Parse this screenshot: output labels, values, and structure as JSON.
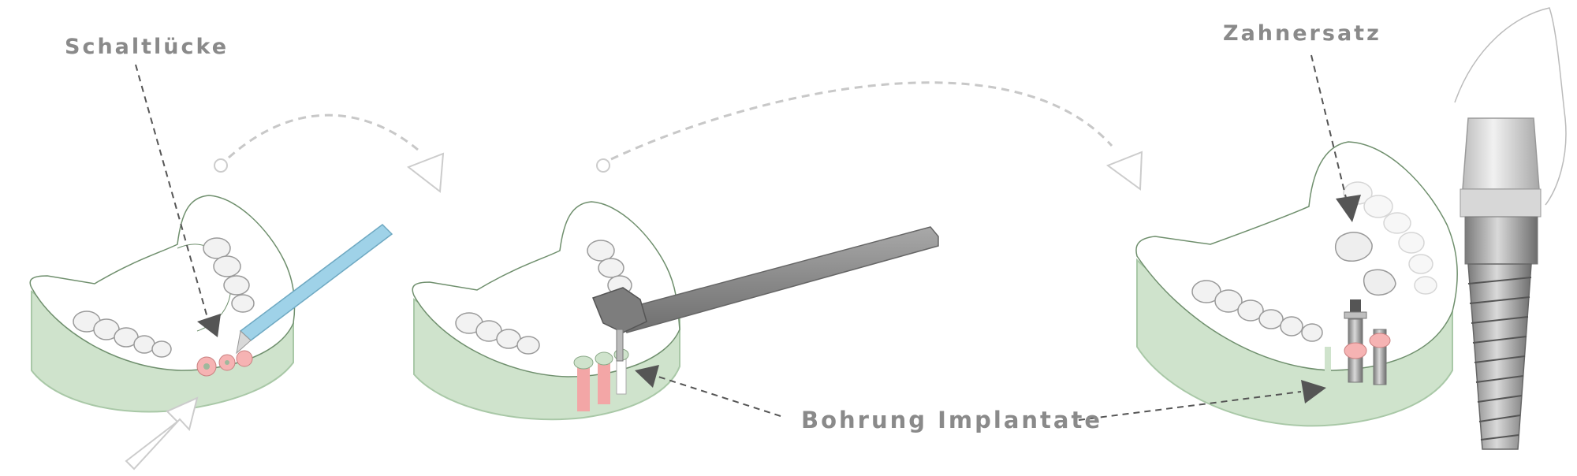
{
  "labels": {
    "gap": "Schaltlücke",
    "denture": "Zahnersatz",
    "drilling": "Bohrung Implantate"
  },
  "colors": {
    "gum_green": "#cfe3cc",
    "gum_outline": "#a9c8a7",
    "label_gray": "#8a8a8a",
    "scalpel_blue": "#9fd2e8",
    "drill_gray": "#8b8b8b",
    "implant_red": "#e88a8a"
  },
  "icons": {
    "step_arrow": "dashed-curved-arrow-icon",
    "pointer_arrow": "dashed-pointer-arrow-icon",
    "scalpel": "scalpel-icon",
    "drill": "dental-drill-icon",
    "implant": "dental-implant-icon"
  }
}
